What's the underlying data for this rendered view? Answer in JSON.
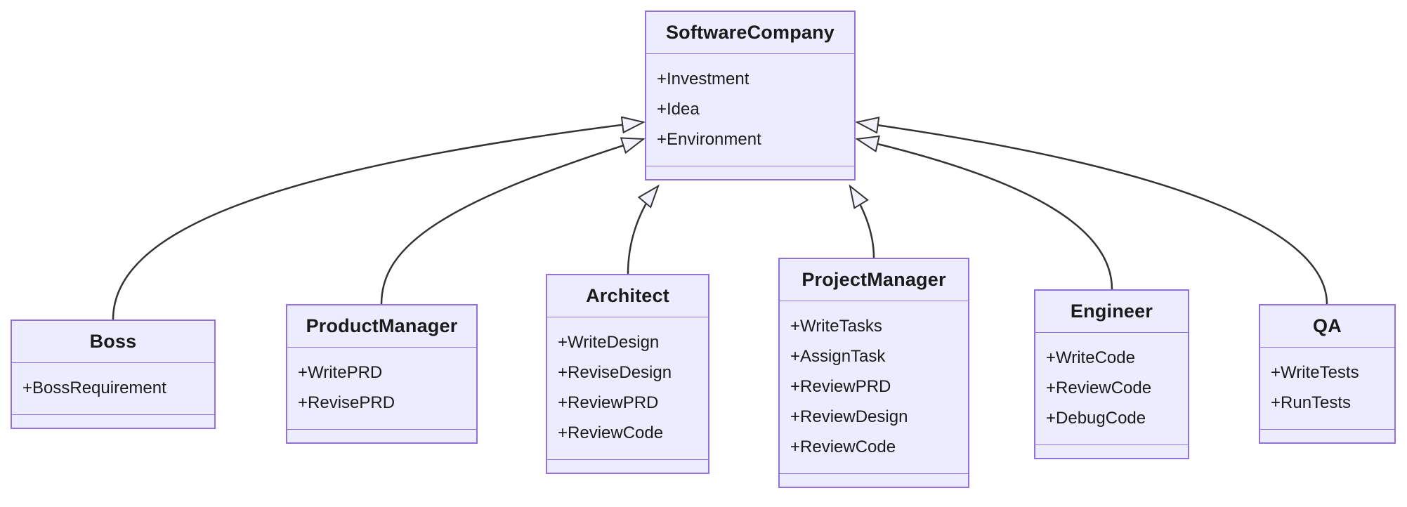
{
  "diagram": {
    "kind": "uml-class-diagram",
    "relation_type": "inheritance",
    "colors": {
      "class_fill": "#ECECFF",
      "class_border": "#9370DB",
      "edge_line": "#333333",
      "arrowhead_fill": "#f2f2fc",
      "text": "#1a1a1a",
      "background": "#ffffff"
    },
    "classes": [
      {
        "name": "SoftwareCompany",
        "attributes": [
          "+Investment",
          "+Idea",
          "+Environment"
        ],
        "methods": []
      },
      {
        "name": "Boss",
        "attributes": [
          "+BossRequirement"
        ],
        "methods": []
      },
      {
        "name": "ProductManager",
        "attributes": [
          "+WritePRD",
          "+RevisePRD"
        ],
        "methods": []
      },
      {
        "name": "Architect",
        "attributes": [
          "+WriteDesign",
          "+ReviseDesign",
          "+ReviewPRD",
          "+ReviewCode"
        ],
        "methods": []
      },
      {
        "name": "ProjectManager",
        "attributes": [
          "+WriteTasks",
          "+AssignTask",
          "+ReviewPRD",
          "+ReviewDesign",
          "+ReviewCode"
        ],
        "methods": []
      },
      {
        "name": "Engineer",
        "attributes": [
          "+WriteCode",
          "+ReviewCode",
          "+DebugCode"
        ],
        "methods": []
      },
      {
        "name": "QA",
        "attributes": [
          "+WriteTests",
          "+RunTests"
        ],
        "methods": []
      }
    ],
    "edges": [
      {
        "from": "Boss",
        "to": "SoftwareCompany",
        "type": "inheritance"
      },
      {
        "from": "ProductManager",
        "to": "SoftwareCompany",
        "type": "inheritance"
      },
      {
        "from": "Architect",
        "to": "SoftwareCompany",
        "type": "inheritance"
      },
      {
        "from": "ProjectManager",
        "to": "SoftwareCompany",
        "type": "inheritance"
      },
      {
        "from": "Engineer",
        "to": "SoftwareCompany",
        "type": "inheritance"
      },
      {
        "from": "QA",
        "to": "SoftwareCompany",
        "type": "inheritance"
      }
    ]
  }
}
